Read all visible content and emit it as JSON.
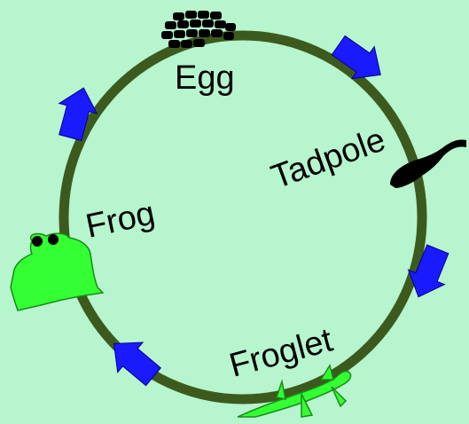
{
  "stages": [
    {
      "id": "egg",
      "label": "Egg"
    },
    {
      "id": "tadpole",
      "label": "Tadpole"
    },
    {
      "id": "froglet",
      "label": "Froglet"
    },
    {
      "id": "frog",
      "label": "Frog"
    }
  ],
  "colors": {
    "background": "#b6f5cd",
    "cycle_ring": "#3d5a1e",
    "arrow": "#1a1aff",
    "frog": "#33ff33",
    "egg": "#000000",
    "tadpole": "#000000",
    "text": "#000000"
  },
  "icons": [
    "egg-cluster-icon",
    "tadpole-icon",
    "froglet-icon",
    "frog-icon"
  ]
}
